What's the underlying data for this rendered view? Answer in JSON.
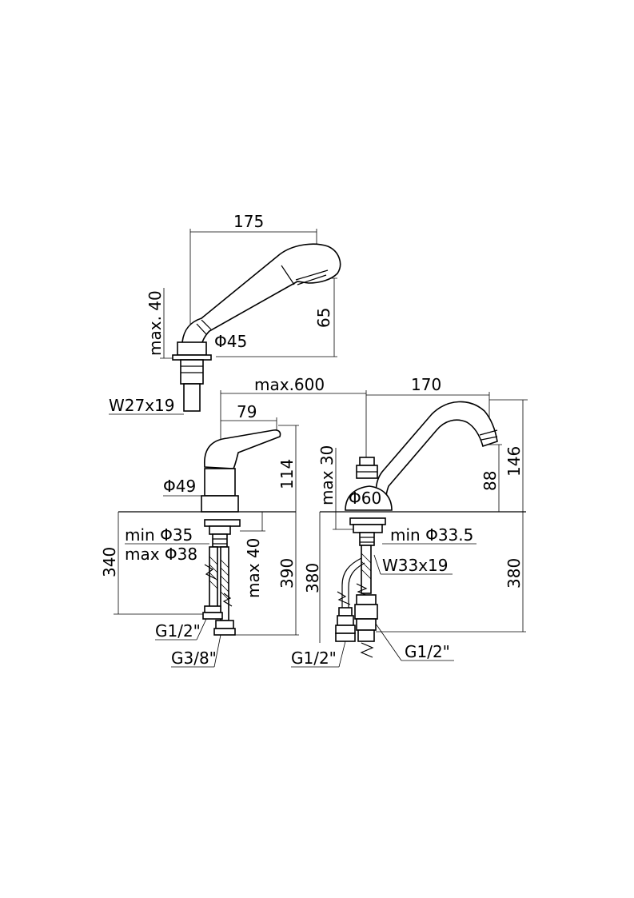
{
  "hand_shower": {
    "length": "175",
    "height": "65",
    "base_max": "max. 40",
    "diameter": "Φ45",
    "thread": "W27x19"
  },
  "overall_spacing": "max.600",
  "mixer": {
    "lever_length": "79",
    "height": "114",
    "diameter": "Φ49",
    "hole_min": "min Φ35",
    "hole_max": "max Φ38",
    "hose_length": "340",
    "deck_max": "max 40",
    "total_length": "390",
    "inlet_1": "G1/2\"",
    "inlet_2": "G3/8\""
  },
  "spout": {
    "reach": "170",
    "height": "146",
    "outlet_height": "88",
    "deck_max": "max 30",
    "diameter": "Φ60",
    "hole_min": "min Φ33.5",
    "thread": "W33x19",
    "length_left": "380",
    "length_right": "380",
    "inlet_left": "G1/2\"",
    "inlet_right": "G1/2\""
  }
}
